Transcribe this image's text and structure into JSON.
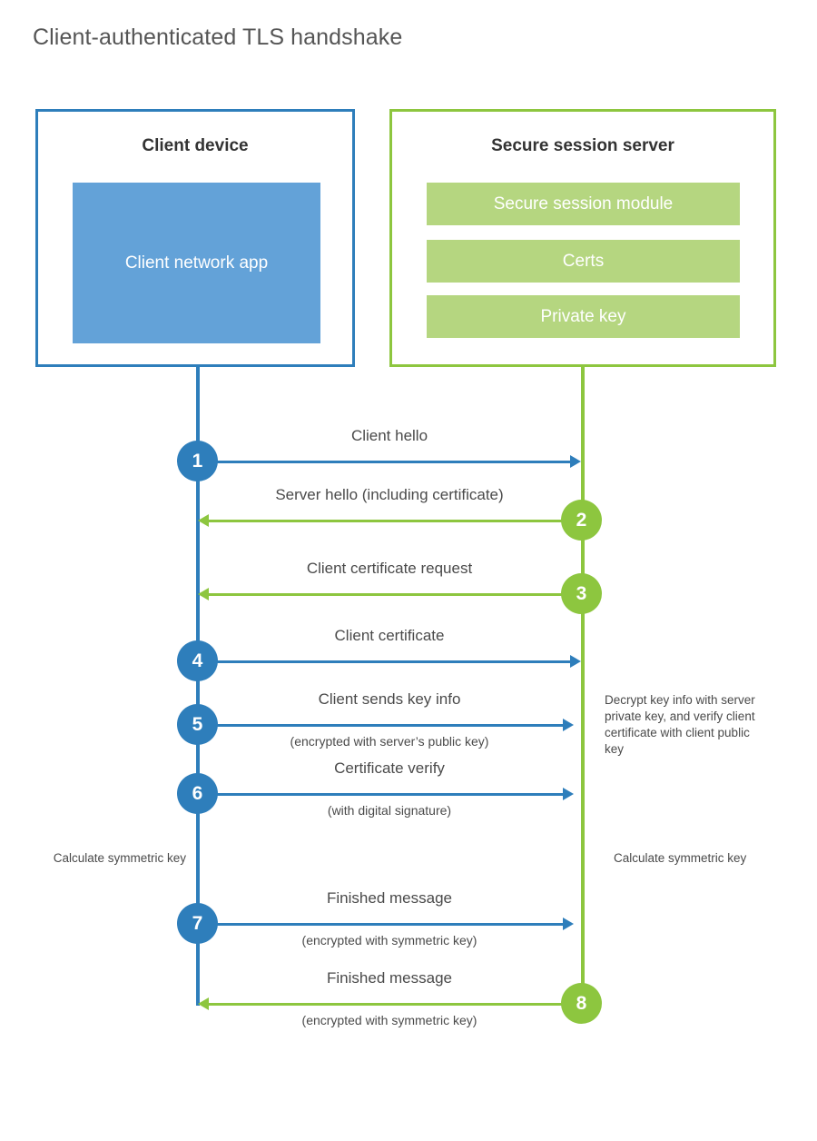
{
  "title": "Client-authenticated TLS handshake",
  "colors": {
    "client_blue": "#2e7ebb",
    "client_app_fill": "#63a2d8",
    "server_green": "#8dc63f",
    "server_bar_fill": "#b5d680",
    "text": "#4a4a4a",
    "background": "#ffffff"
  },
  "client": {
    "title": "Client device",
    "app_label": "Client network app"
  },
  "server": {
    "title": "Secure session server",
    "components": [
      "Secure session module",
      "Certs",
      "Private key"
    ]
  },
  "steps": [
    {
      "number": "1",
      "label": "Client hello",
      "sublabel": "",
      "direction": "client-to-server"
    },
    {
      "number": "2",
      "label": "Server hello (including certificate)",
      "sublabel": "",
      "direction": "server-to-client"
    },
    {
      "number": "3",
      "label": "Client certificate request",
      "sublabel": "",
      "direction": "server-to-client"
    },
    {
      "number": "4",
      "label": "Client certificate",
      "sublabel": "",
      "direction": "client-to-server"
    },
    {
      "number": "5",
      "label": "Client sends key info",
      "sublabel": "(encrypted with server’s public key)",
      "direction": "client-to-server"
    },
    {
      "number": "6",
      "label": "Certificate verify",
      "sublabel": "(with digital signature)",
      "direction": "client-to-server"
    },
    {
      "number": "7",
      "label": "Finished message",
      "sublabel": "(encrypted with symmetric key)",
      "direction": "client-to-server"
    },
    {
      "number": "8",
      "label": "Finished message",
      "sublabel": "(encrypted with symmetric key)",
      "direction": "server-to-client"
    }
  ],
  "notes": {
    "decrypt": "Decrypt key info with server private key, and verify client certificate with client public key",
    "calculate_left": "Calculate symmetric key",
    "calculate_right": "Calculate symmetric key"
  }
}
